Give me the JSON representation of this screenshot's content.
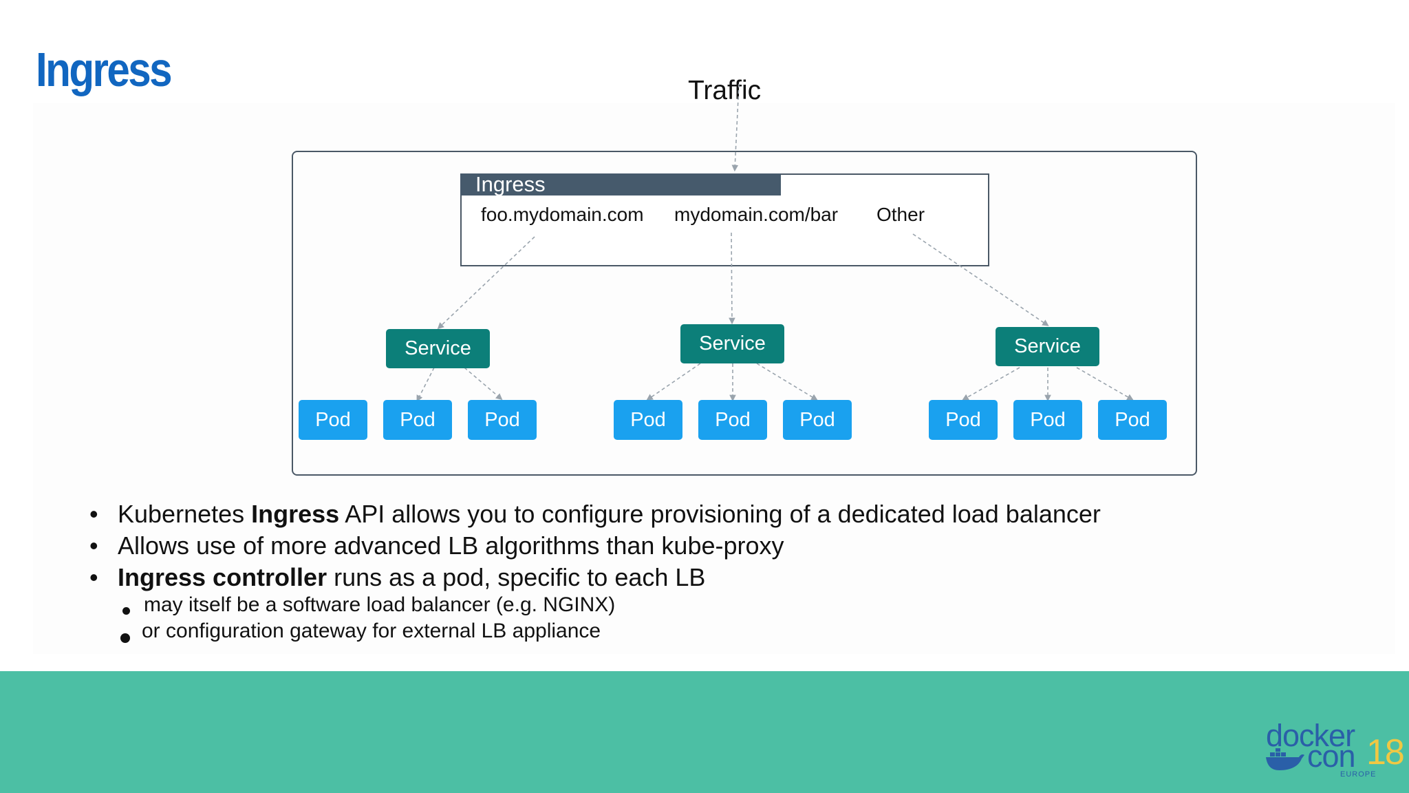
{
  "slide": {
    "title": "Ingress"
  },
  "diagram": {
    "traffic_label": "Traffic",
    "ingress_label": "Ingress",
    "routes": [
      "foo.mydomain.com",
      "mydomain.com/bar",
      "Other"
    ],
    "service_label": "Service",
    "pod_label": "Pod"
  },
  "bullets": [
    {
      "pre": "Kubernetes ",
      "bold": "Ingress",
      "post": " API allows you to configure provisioning of a dedicated load balancer"
    },
    {
      "pre": "Allows use of more advanced LB algorithms than kube-proxy",
      "bold": "",
      "post": ""
    },
    {
      "pre": "",
      "bold": "Ingress controller",
      "post": " runs as a pod, specific to each LB"
    }
  ],
  "sub_bullets": [
    "may itself be a software load balancer (e.g. NGINX)",
    "or configuration gateway for external LB appliance"
  ],
  "logo": {
    "line1": "docker",
    "line2": "con",
    "number": "18",
    "region": "EUROPE"
  },
  "colors": {
    "title": "#1166c0",
    "ingress_header": "#465a6c",
    "service": "#0c7f79",
    "pod": "#1aa1ef",
    "footer": "#4cbfa4"
  }
}
